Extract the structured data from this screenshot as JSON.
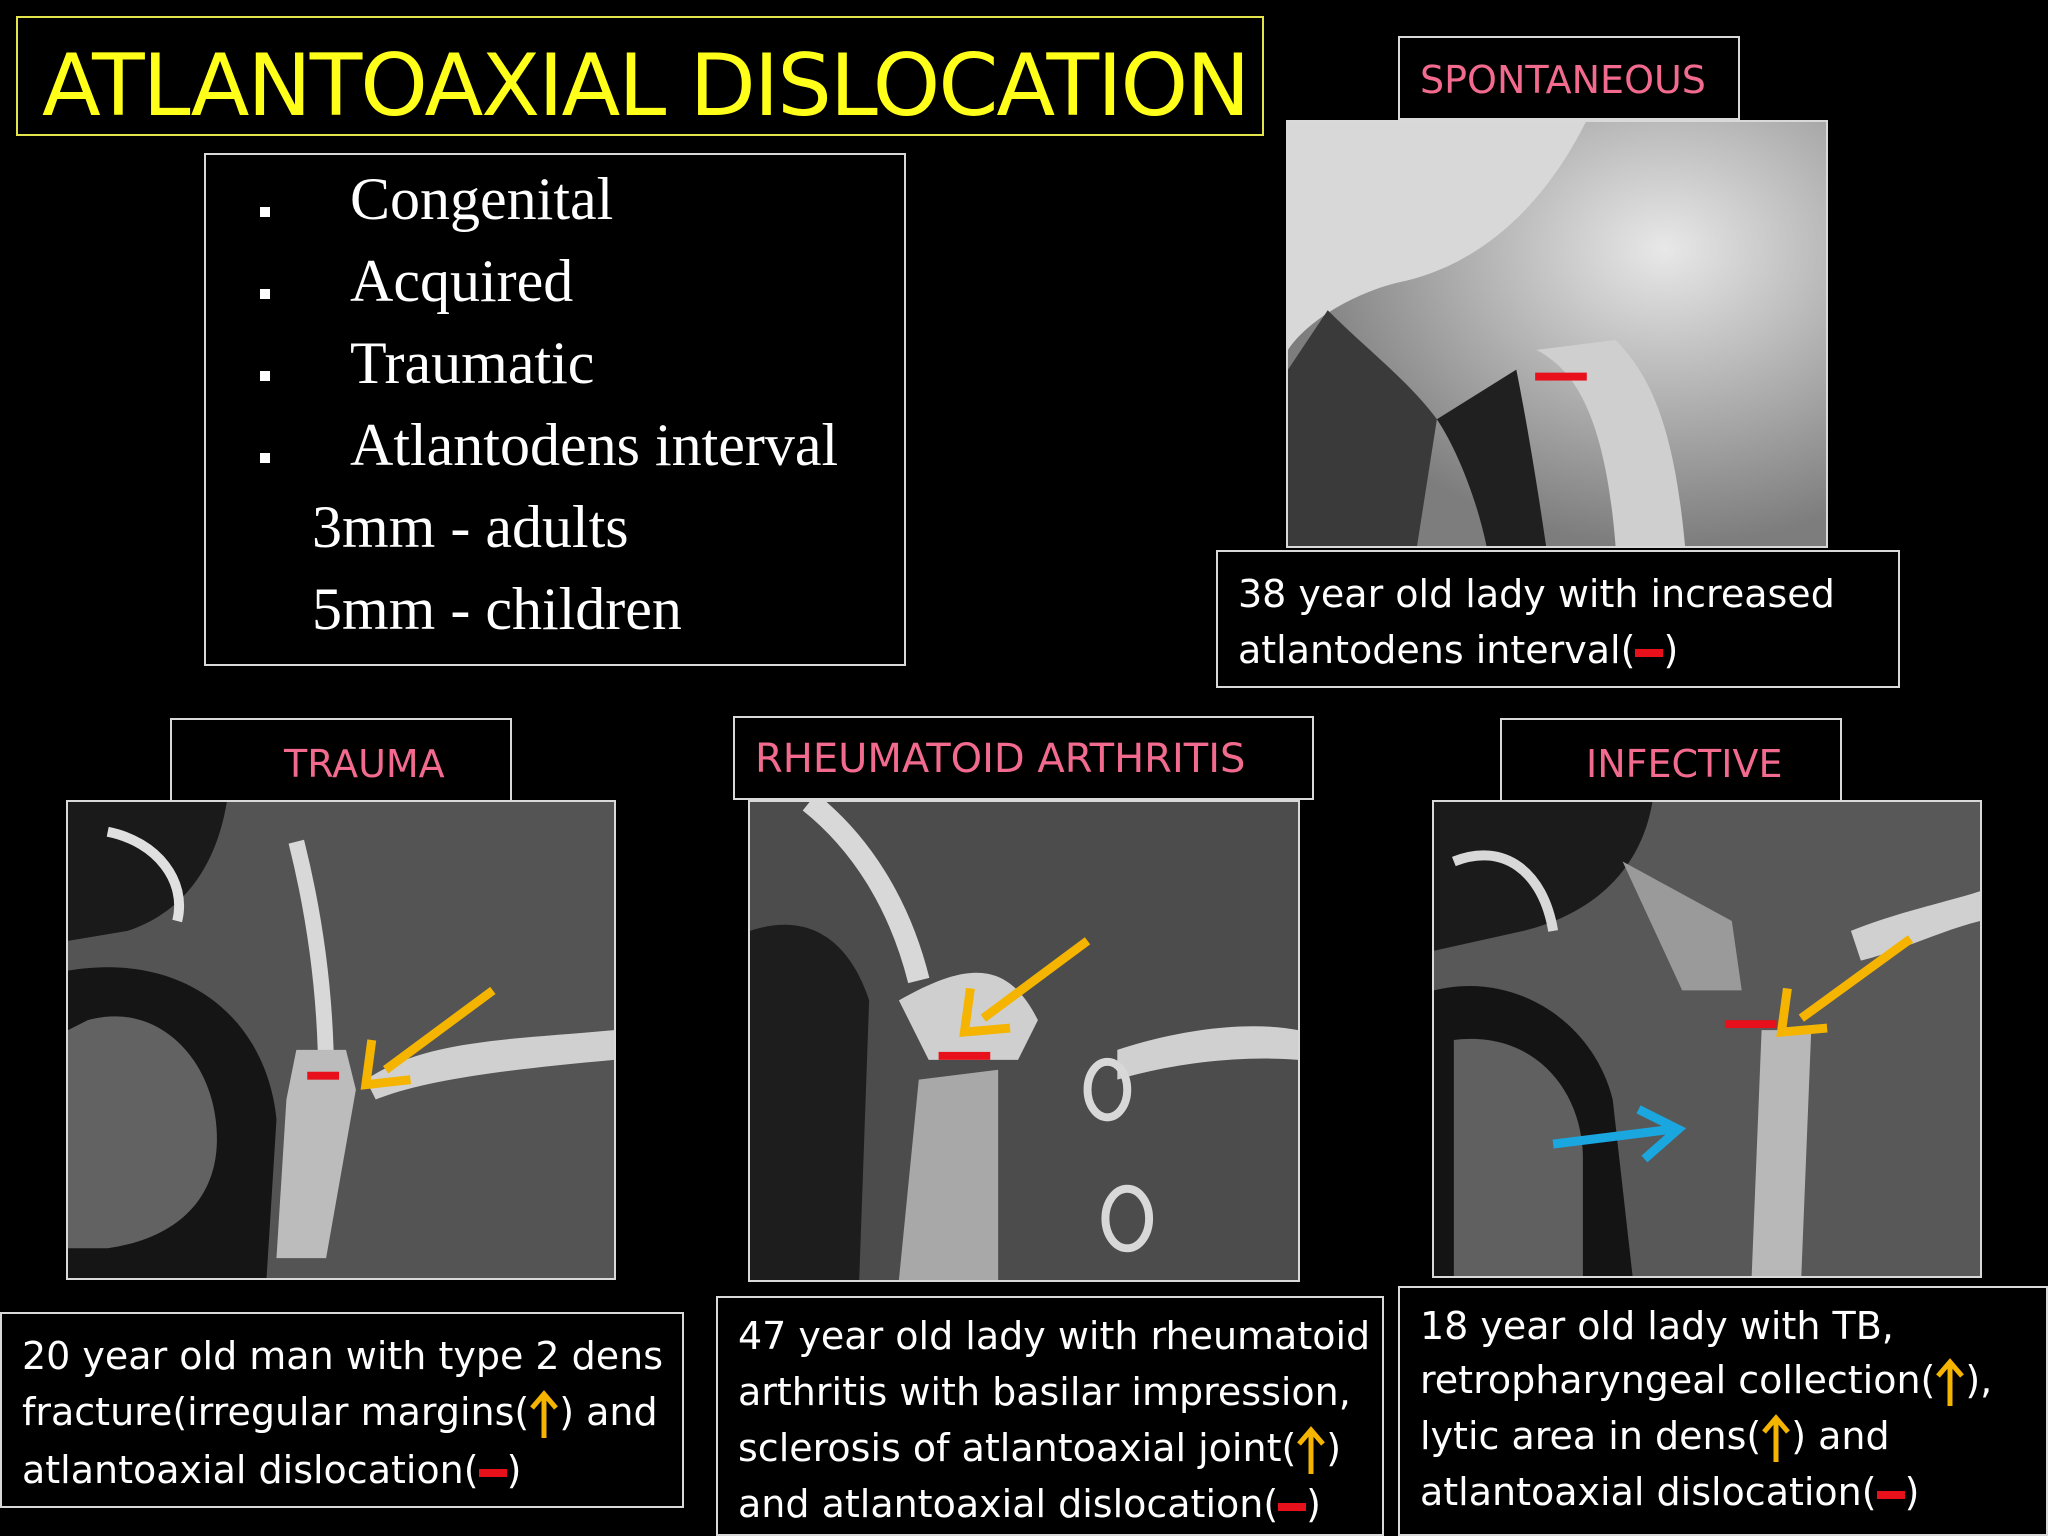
{
  "title": "ATLANTOAXIAL DISLOCATION",
  "bullets": [
    "Congenital",
    "Acquired",
    "Traumatic",
    "Atlantodens interval"
  ],
  "intervals": [
    "3mm - adults",
    "5mm  - children"
  ],
  "panels": {
    "spontaneous": {
      "label": "SPONTANEOUS",
      "caption": [
        "38 year old lady with increased",
        "atlantodens interval(",
        ")"
      ]
    },
    "trauma": {
      "label": "TRAUMA",
      "caption": [
        "20 year old man with type 2 dens",
        "fracture(irregular margins(",
        ") and",
        "atlantoaxial dislocation(",
        ")"
      ]
    },
    "rheumatoid": {
      "label": "RHEUMATOID ARTHRITIS",
      "caption": [
        "47 year old lady with rheumatoid",
        "arthritis with basilar impression,",
        "sclerosis of atlantoaxial joint(",
        ")",
        "and atlantoaxial dislocation(",
        ")"
      ]
    },
    "infective": {
      "label": "INFECTIVE",
      "caption": [
        "18 year old lady with TB,",
        "retropharyngeal collection(",
        "),",
        "lytic area in dens(",
        ") and",
        "atlantoaxial dislocation(",
        ")"
      ]
    }
  },
  "colors": {
    "title": "#ffff1a",
    "label": "#f26a8d",
    "marker": "#e8101a",
    "arrow": "#f5b400",
    "blue_arrow": "#1aa7e0"
  }
}
